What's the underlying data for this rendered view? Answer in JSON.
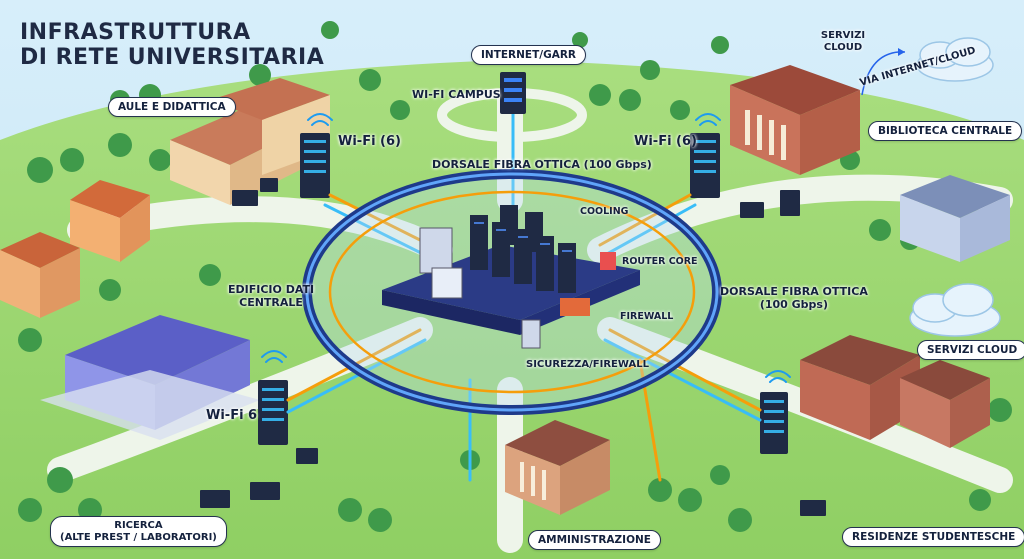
{
  "title": {
    "line1": "INFRASTRUTTURA",
    "line2": "DI RETE UNIVERSITARIA"
  },
  "nodes": {
    "internet": "INTERNET/GARR",
    "wifi_campus": "WI-FI CAMPUS",
    "aule": "AULE E DIDATTICA",
    "wifi_left": "Wi-Fi (6)",
    "dorsale_top": "DORSALE FIBRA OTTICA (100 Gbps)",
    "wifi_right": "Wi-Fi (6)",
    "servizi_cloud_top": "SERVIZI CLOUD",
    "via_internet": "VIA INTERNET/CLOUD",
    "biblioteca": "BIBLIOTECA CENTRALE",
    "cooling": "COOLING",
    "router_core": "ROUTER CORE",
    "edificio_line1": "EDIFICIO DATI",
    "edificio_line2": "CENTRALE",
    "dorsale_right_line1": "DORSALE FIBRA OTTICA",
    "dorsale_right_line2": "(100 Gbps)",
    "firewall": "FIREWALL",
    "servizi_cloud_right": "SERVIZI CLOUD",
    "sicurezza": "SICUREZZA/FIREWALL",
    "wifi_bottom": "Wi-Fi 6",
    "ricerca_line1": "RICERCA",
    "ricerca_line2": "(ALTE PREST / LABORATORI)",
    "amministrazione": "AMMINISTRAZIONE",
    "residenze": "RESIDENZE STUDENTESCHE"
  },
  "colors": {
    "grass": "#9bd672",
    "path": "#eef5ea",
    "ring": "#1e40af",
    "fiber_orange": "#f59e0b",
    "fiber_blue": "#38bdf8",
    "server": "#1f2a44"
  }
}
